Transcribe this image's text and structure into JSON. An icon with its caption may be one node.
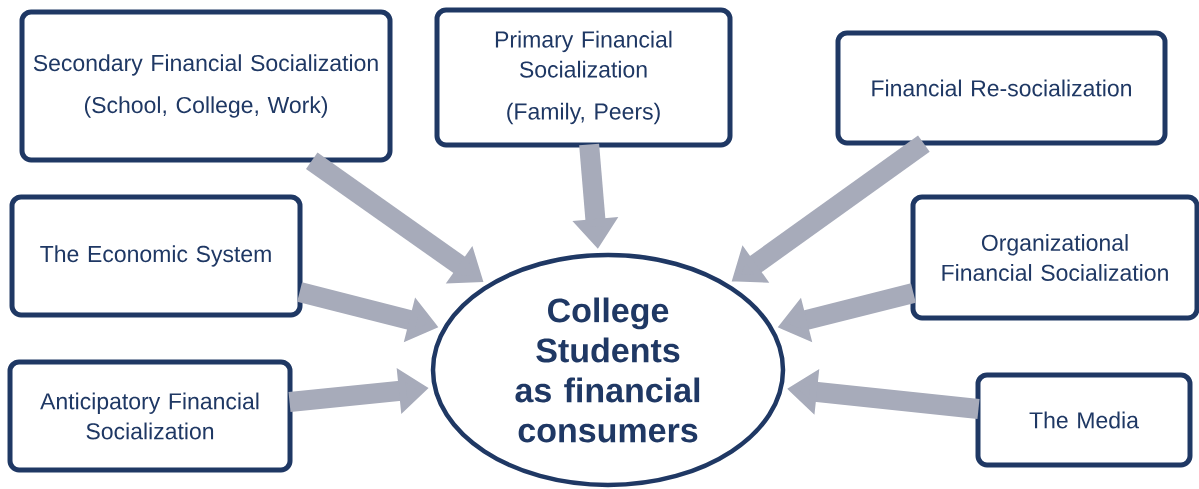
{
  "diagram": {
    "nodes": [
      {
        "text": [
          "Secondary Financial Socialization",
          "(School, College, Work)"
        ]
      },
      {
        "text": [
          "Primary Financial Socialization",
          "(Family, Peers)"
        ]
      },
      {
        "text": [
          "Financial Re-socialization"
        ]
      },
      {
        "text": [
          "The Economic System"
        ]
      },
      {
        "text": [
          "Organizational Financial Socialization"
        ]
      },
      {
        "text": [
          "Anticipatory Financial Socialization"
        ]
      },
      {
        "text": [
          "The Media"
        ]
      },
      {
        "text": [
          "College Students as financial consumers"
        ]
      }
    ],
    "edges": [
      {
        "from": 0,
        "to": 7,
        "arrow": "to"
      },
      {
        "from": 1,
        "to": 7,
        "arrow": "to"
      },
      {
        "from": 2,
        "to": 7,
        "arrow": "to"
      },
      {
        "from": 3,
        "to": 7,
        "arrow": "to"
      },
      {
        "from": 4,
        "to": 7,
        "arrow": "to"
      },
      {
        "from": 5,
        "to": 7,
        "arrow": "to"
      },
      {
        "from": 6,
        "to": 7,
        "arrow": "to"
      }
    ]
  }
}
